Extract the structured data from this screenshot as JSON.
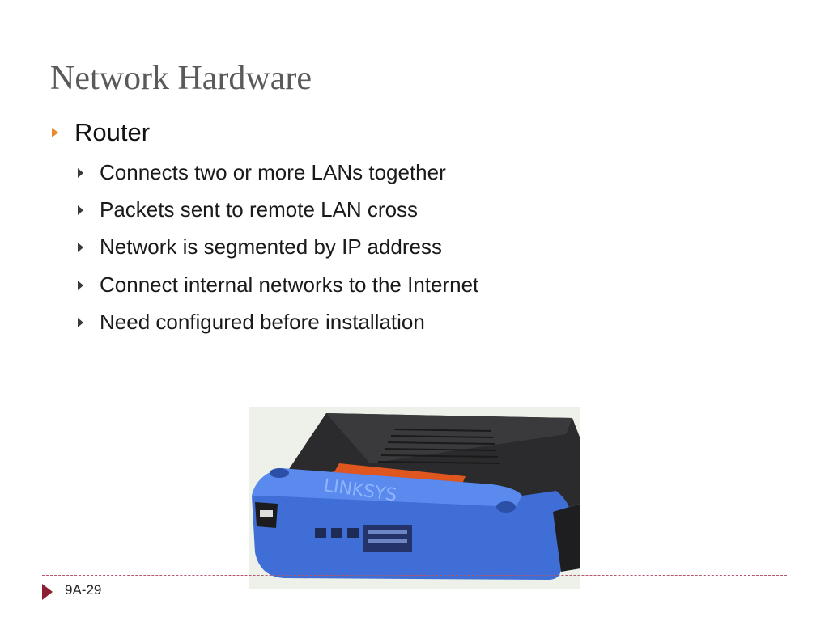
{
  "slide": {
    "title": "Network Hardware",
    "level1": "Router",
    "items": [
      "Connects two or more LANs together",
      "Packets sent to remote LAN cross",
      "Network is segmented by IP address",
      "Connect internal networks to the Internet",
      "Need configured before installation"
    ],
    "page_number": "9A-29"
  },
  "image": {
    "label": "LINKSYS"
  },
  "colors": {
    "title": "#5a5a5a",
    "rule": "#b5566a",
    "bullet_level1": "#e8892c",
    "footer_marker": "#8d1f32",
    "router_blue": "#3f6fd6"
  }
}
